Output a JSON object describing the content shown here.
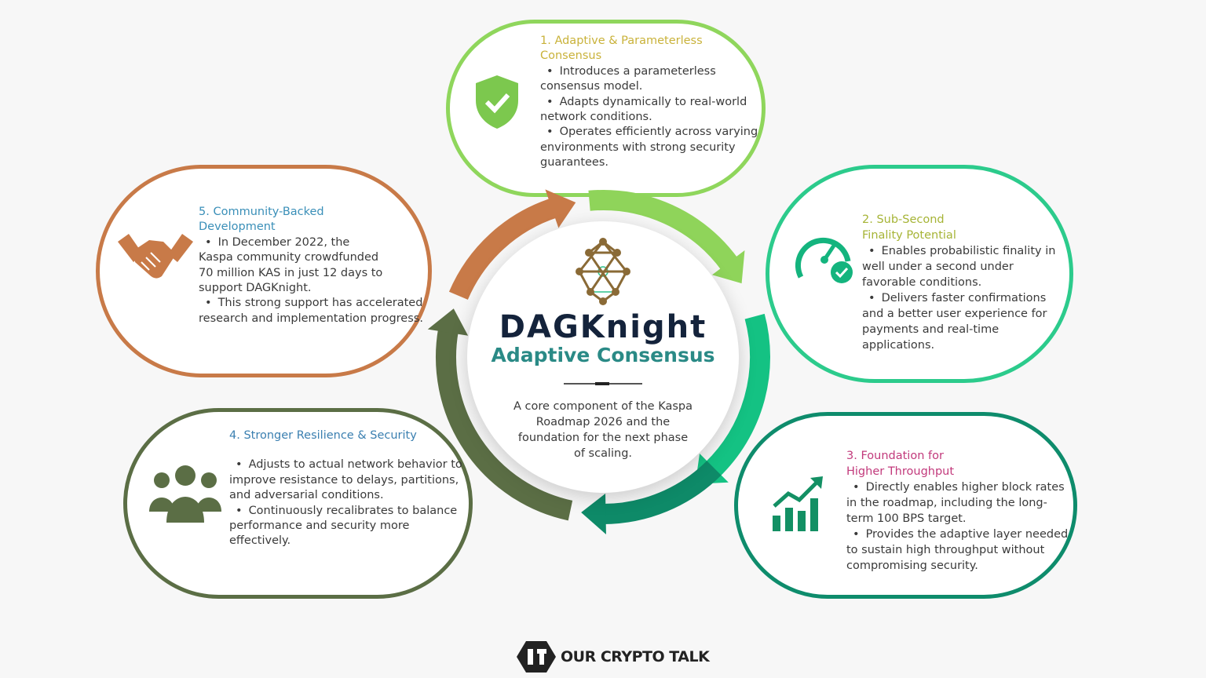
{
  "center": {
    "title": "DAGKnight",
    "subtitle": "Adaptive Consensus",
    "description": "A core component of the Kaspa Roadmap 2026 and the foundation for the next phase of scaling."
  },
  "cards": [
    {
      "title": "1. Adaptive & Parameterless Consensus",
      "icon": "shield-check-icon",
      "color": "#c9b23a",
      "border": "#8fd65c",
      "bullets": [
        "Introduces a parameterless consensus model.",
        "Adapts dynamically to real-world network conditions.",
        "Operates efficiently across varying environments with strong security guarantees."
      ]
    },
    {
      "title": "2. Sub-Second Finality Potential",
      "icon": "gauge-check-icon",
      "color": "#a6b436",
      "border": "#2ccb8c",
      "bullets": [
        "Enables probabilistic finality in well under a second under favorable conditions.",
        "Delivers faster confirmations and a better user experience for payments and real-time applications."
      ]
    },
    {
      "title": "3. Foundation for Higher Throughput",
      "icon": "bar-chart-growth-icon",
      "color": "#c23a7c",
      "border": "#0e8c6c",
      "bullets": [
        "Directly enables higher block rates in the roadmap, including the long-term 100 BPS target.",
        "Provides the adaptive layer needed to sustain high throughput without compromising security."
      ]
    },
    {
      "title": "4. Stronger Resilience  & Security",
      "icon": "people-group-icon",
      "color": "#3a7fb0",
      "border": "#5b6e45",
      "bullets": [
        "Adjusts to actual network behavior to improve resistance to delays, partitions, and adversarial conditions.",
        "Continuously recalibrates to balance performance and security more effectively."
      ]
    },
    {
      "title": "5. Community-Backed Development",
      "icon": "handshake-icon",
      "color": "#3a8fb8",
      "border": "#c87a48",
      "bullets": [
        "In December 2022, the Kaspa community crowdfunded 70 million KAS in just 12 days to support DAGKnight.",
        "This strong support has accelerated research and implementation progress."
      ]
    }
  ],
  "footer": {
    "brand": "OUR CRYPTO TALK"
  }
}
